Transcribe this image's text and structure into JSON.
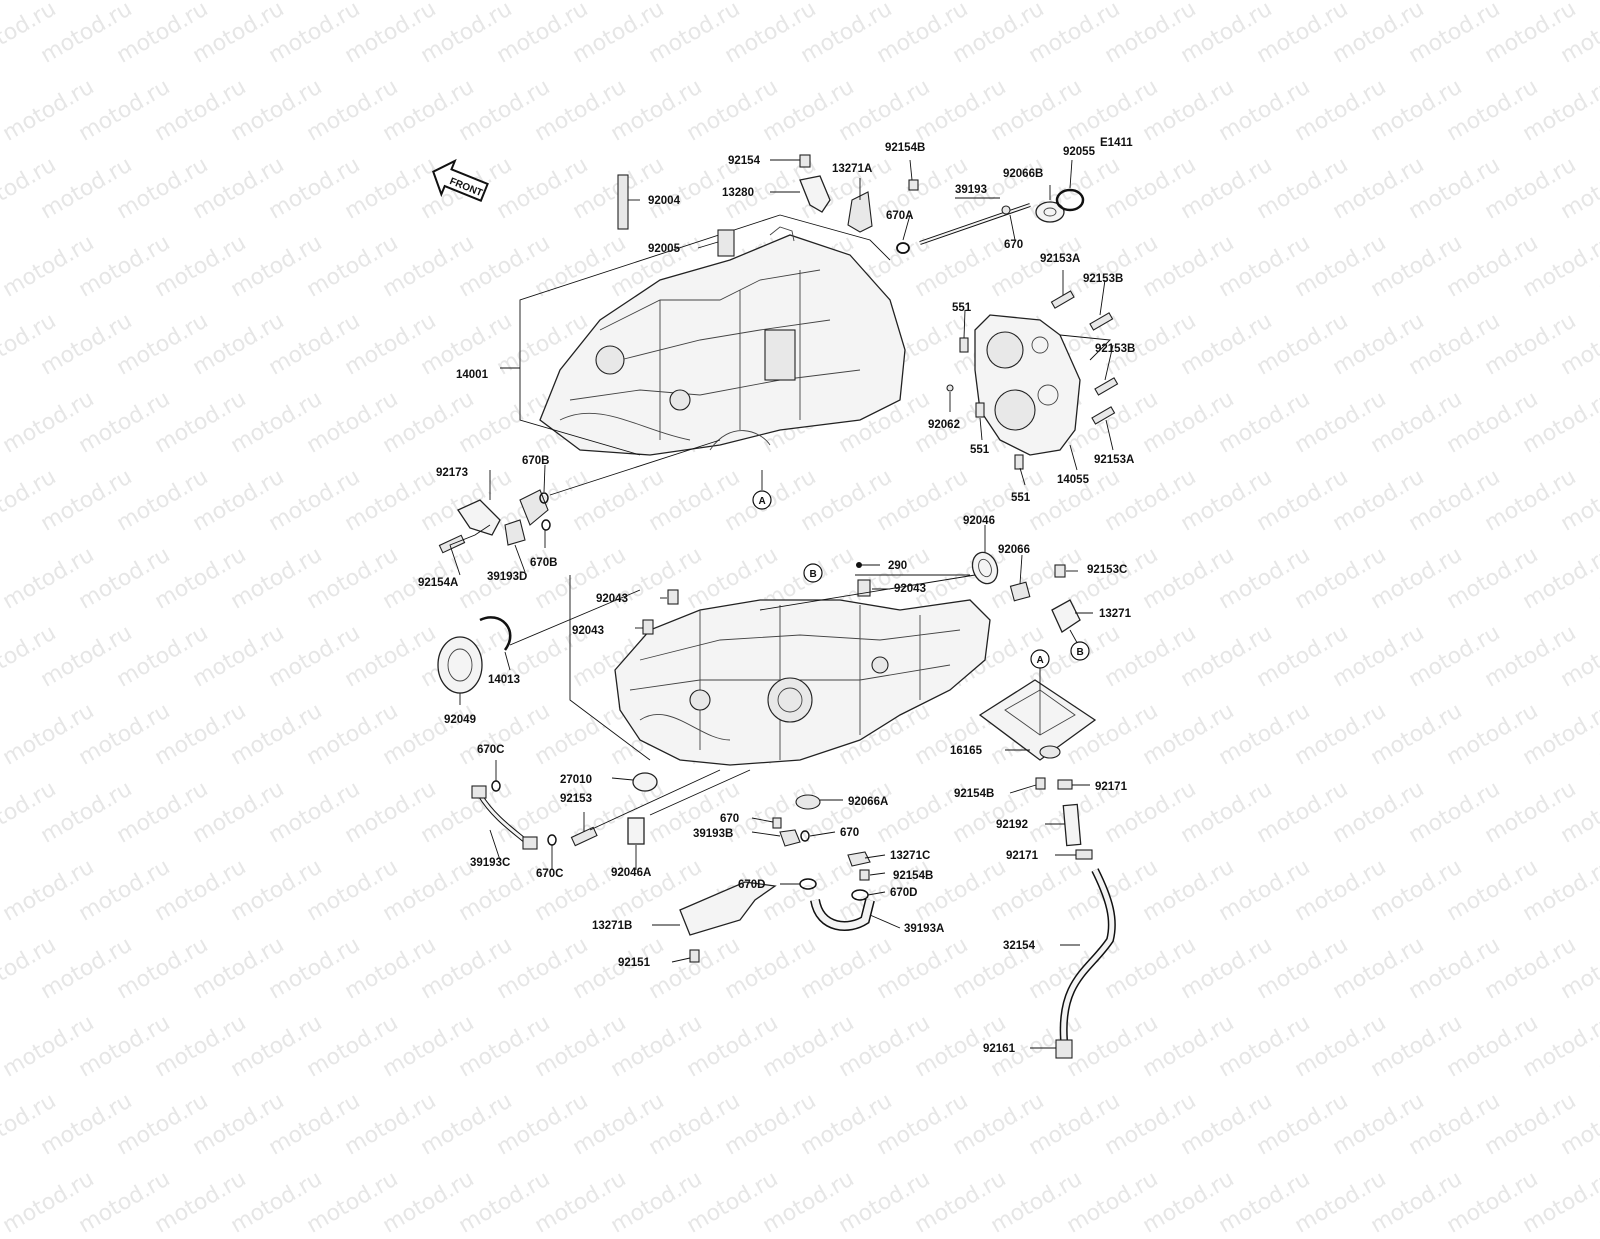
{
  "watermark": "motod.ru",
  "diagram_code": "E1411",
  "front_label": "FRONT",
  "colors": {
    "line": "#111111",
    "watermark": "#e6e6e6",
    "part_fill": "#f4f4f4"
  },
  "callouts": [
    "A",
    "B"
  ],
  "part_labels": {
    "p92154": "92154",
    "p13271A": "13271A",
    "p92154B_top": "92154B",
    "p13280": "13280",
    "p92004": "92004",
    "p92005": "92005",
    "p39193": "39193",
    "p670A": "670A",
    "p92066B": "92066B",
    "p92055": "92055",
    "p670_top": "670",
    "p92153A_1": "92153A",
    "p92153B_1": "92153B",
    "p551_1": "551",
    "p92153B_2": "92153B",
    "p92062": "92062",
    "p551_2": "551",
    "p92153A_2": "92153A",
    "p14055": "14055",
    "p551_3": "551",
    "p14001": "14001",
    "p92173": "92173",
    "p670B_1": "670B",
    "p670B_2": "670B",
    "p92154A": "92154A",
    "p39193D": "39193D",
    "p92046": "92046",
    "p92066": "92066",
    "p290": "290",
    "p92043_r": "92043",
    "p92153C": "92153C",
    "p13271": "13271",
    "p92043_a": "92043",
    "p92043_b": "92043",
    "p14013": "14013",
    "p92049": "92049",
    "p16165": "16165",
    "p92154B_mid": "92154B",
    "p92171_1": "92171",
    "p92192": "92192",
    "p92171_2": "92171",
    "p670C_1": "670C",
    "p27010": "27010",
    "p92153": "92153",
    "p92066A": "92066A",
    "p670_b1": "670",
    "p39193B": "39193B",
    "p670_b2": "670",
    "p13271C": "13271C",
    "p92154B_low": "92154B",
    "p39193C": "39193C",
    "p670C_2": "670C",
    "p92046A": "92046A",
    "p670D_1": "670D",
    "p670D_2": "670D",
    "p39193A": "39193A",
    "p13271B": "13271B",
    "p92151": "92151",
    "p32154": "32154",
    "p92161": "92161"
  }
}
